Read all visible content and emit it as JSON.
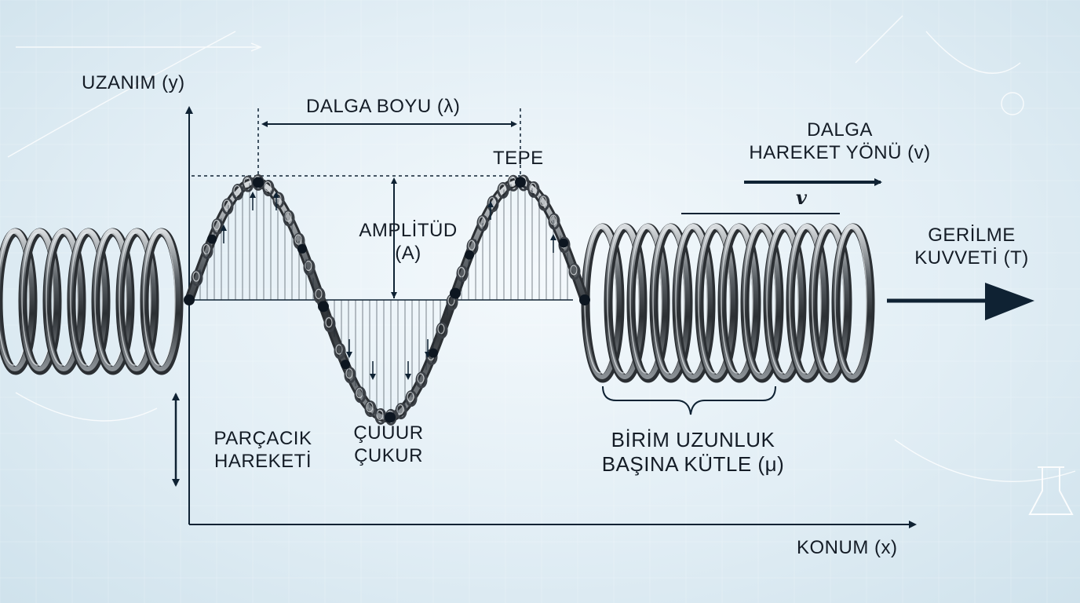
{
  "diagram": {
    "labels": {
      "y_axis": "UZANIM (y)",
      "x_axis": "KONUM (x)",
      "wavelength": "DALGA BOYU (λ)",
      "crest": "TEPE",
      "amplitude_line1": "AMPLİTÜD",
      "amplitude_line2": "(A)",
      "trough_line1": "ÇUUUR",
      "trough_line2": "ÇUKUR",
      "particle_motion_line1": "PARÇACIK",
      "particle_motion_line2": "HAREKETİ",
      "wave_direction_line1": "DALGA",
      "wave_direction_line2": "HAREKET YÖNÜ (v)",
      "velocity_symbol": "v",
      "tension_line1": "GERİLME",
      "tension_line2": "KUVVETİ (T)",
      "linear_density_line1": "BİRİM UZUNLUK",
      "linear_density_line2": "BAŞINA KÜTLE (μ)"
    },
    "colors": {
      "ink": "#141c26",
      "arrow": "#0f2233",
      "spring_dark": "#2b2f33",
      "spring_light": "#d9dde0",
      "dot": "#0d1620",
      "grid": "#ffffff"
    },
    "icons": [
      "flask-icon",
      "graph-doodle-icon"
    ]
  }
}
